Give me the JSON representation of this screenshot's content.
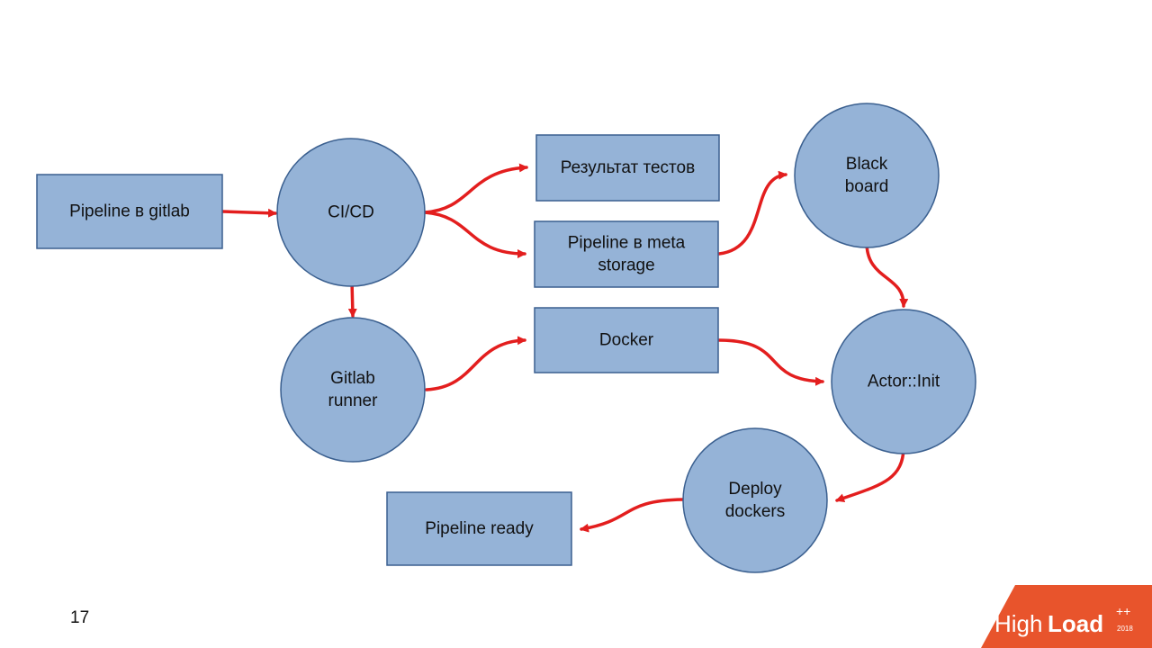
{
  "colors": {
    "node_fill": "#95b3d7",
    "node_stroke": "#3a5f8f",
    "edge": "#e31e1e",
    "brand": "#e8542c"
  },
  "slide_number": "17",
  "nodes": {
    "pipeline_gitlab": {
      "label": [
        "Pipeline в gitlab"
      ]
    },
    "cicd": {
      "label": [
        "CI/CD"
      ]
    },
    "test_results": {
      "label": [
        "Результат тестов"
      ]
    },
    "pipeline_meta": {
      "label": [
        "Pipeline в meta",
        "storage"
      ]
    },
    "blackboard": {
      "label": [
        "Black",
        "board"
      ]
    },
    "gitlab_runner": {
      "label": [
        "Gitlab",
        "runner"
      ]
    },
    "docker": {
      "label": [
        "Docker"
      ]
    },
    "actor_init": {
      "label": [
        "Actor::Init"
      ]
    },
    "deploy_dockers": {
      "label": [
        "Deploy",
        "dockers"
      ]
    },
    "pipeline_ready": {
      "label": [
        "Pipeline ready"
      ]
    }
  },
  "edges": [
    {
      "from": "pipeline_gitlab",
      "to": "cicd"
    },
    {
      "from": "cicd",
      "to": "test_results"
    },
    {
      "from": "cicd",
      "to": "pipeline_meta"
    },
    {
      "from": "cicd",
      "to": "gitlab_runner"
    },
    {
      "from": "pipeline_meta",
      "to": "blackboard"
    },
    {
      "from": "blackboard",
      "to": "actor_init"
    },
    {
      "from": "gitlab_runner",
      "to": "docker"
    },
    {
      "from": "docker",
      "to": "actor_init"
    },
    {
      "from": "actor_init",
      "to": "deploy_dockers"
    },
    {
      "from": "deploy_dockers",
      "to": "pipeline_ready"
    }
  ],
  "logo": {
    "high": "High",
    "load": "Load",
    "plus": "++",
    "year": "2018"
  }
}
